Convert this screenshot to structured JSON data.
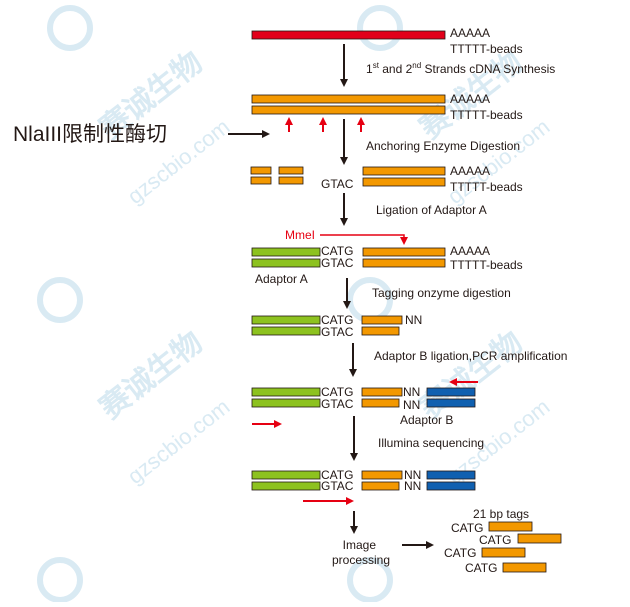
{
  "colors": {
    "mrna": "#e2001a",
    "cdna": "#f39800",
    "adaptor_a": "#8dc21f",
    "adaptor_b": "#1060b0",
    "enzyme_arrow": "#e60012",
    "flow_arrow": "#231815",
    "outline": "#231815",
    "watermark": "#d5e8f2"
  },
  "watermark": {
    "brand_cn": "赛诚生物",
    "brand_url": "gzscbio.com"
  },
  "enzyme_label": "NlaIII限制性酶切",
  "steps": {
    "cdna_synthesis": {
      "prefix": "1",
      "sup1": "st",
      "mid": " and 2",
      "sup2": "nd",
      "suffix": " Strands cDNA Synthesis"
    },
    "anchoring": "Anchoring Enzyme Digestion",
    "ligation_a": "Ligation of Adaptor A",
    "tagging": "Tagging onzyme digestion",
    "ligation_b": "Adaptor B ligation,PCR amplification",
    "sequencing": "Illumina sequencing",
    "image_processing": "Image\nprocessing"
  },
  "seq": {
    "polyA": "AAAAA",
    "polyT_beads": "TTTTT-beads",
    "gtac": "GTAC",
    "catg": "CATG",
    "nn": "NN",
    "mmel": "MmeI",
    "adaptor_a": "Adaptor A",
    "adaptor_b": "Adaptor B"
  },
  "tags": {
    "title": "21 bp tags",
    "items": [
      "CATG",
      "CATG",
      "CATG",
      "CATG"
    ]
  }
}
